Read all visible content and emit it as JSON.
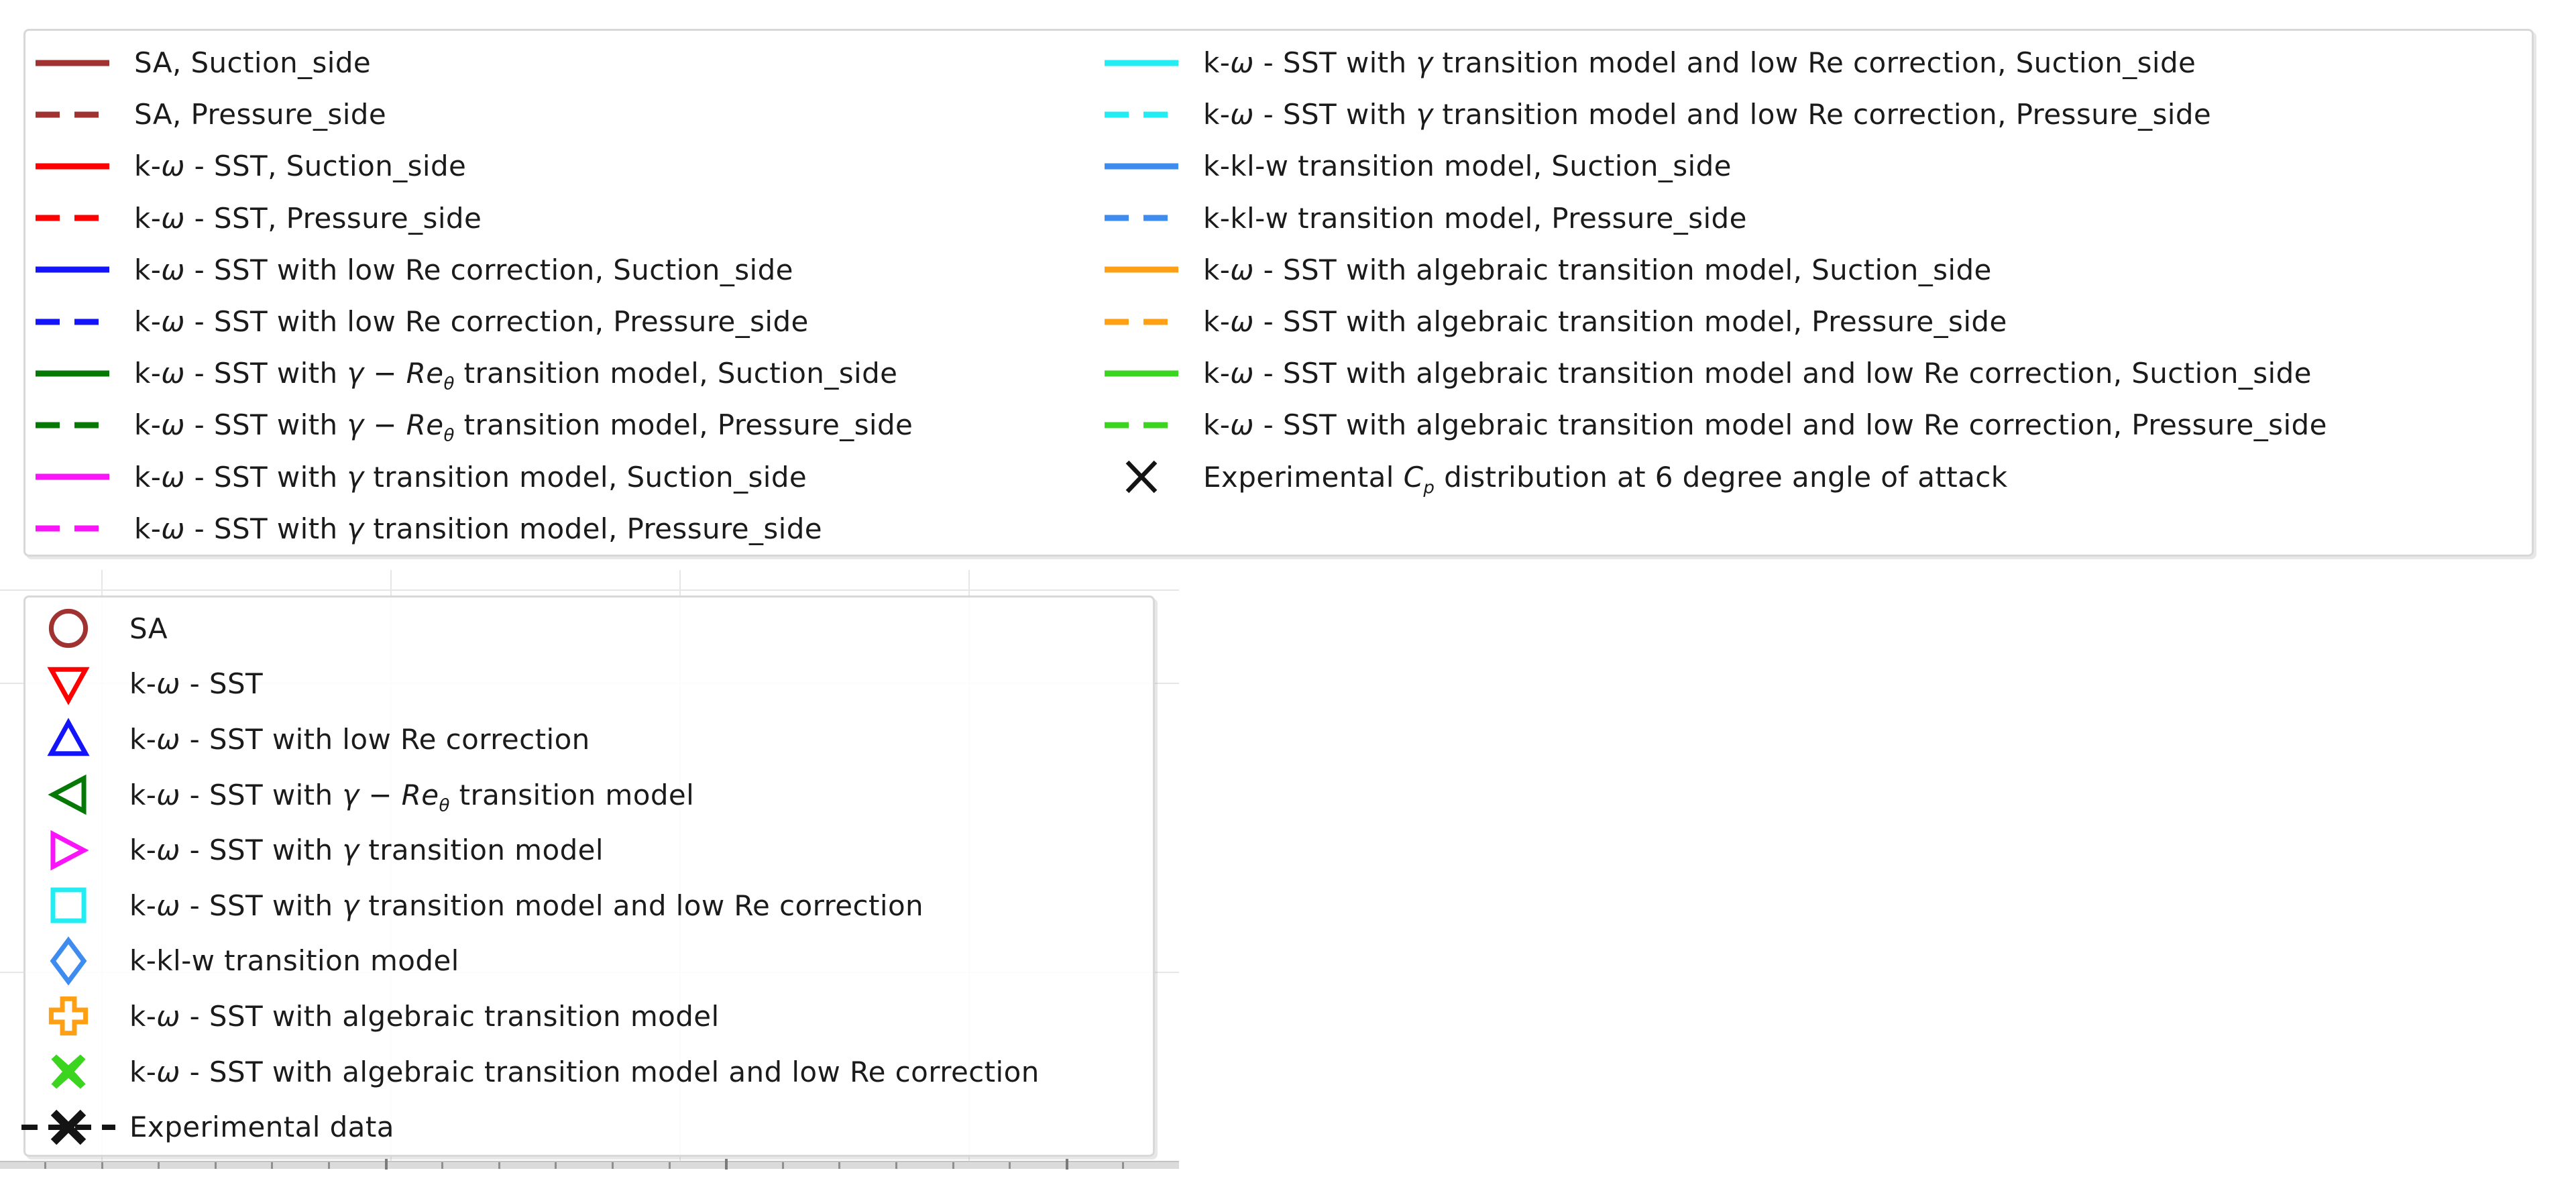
{
  "colors": {
    "sa_brown": "#A03232",
    "red": "#FF0000",
    "blue": "#1414FA",
    "dark_green": "#067806",
    "magenta": "#FA14FA",
    "cyan": "#22EDF2",
    "cornflower_blue": "#3E8CF0",
    "orange": "#FFA014",
    "lime_green": "#3BD41F",
    "black": "#141414",
    "legend_border": "#D8D8D8",
    "axis_band": "#DBDBDB"
  },
  "top_legend": {
    "columns": [
      {
        "entries": [
          {
            "label_html": "SA, Suction_side",
            "color": "#A03232",
            "dash": false
          },
          {
            "label_html": "SA, Pressure_side",
            "color": "#A03232",
            "dash": true
          },
          {
            "label_html": "k-<i>ω</i> - SST, Suction_side",
            "color": "#FF0000",
            "dash": false
          },
          {
            "label_html": "k-<i>ω</i> - SST, Pressure_side",
            "color": "#FF0000",
            "dash": true
          },
          {
            "label_html": "k-<i>ω</i> - SST with low Re correction, Suction_side",
            "color": "#1414FA",
            "dash": false
          },
          {
            "label_html": "k-<i>ω</i> - SST with low Re correction, Pressure_side",
            "color": "#1414FA",
            "dash": true
          },
          {
            "label_html": "k-<i>ω</i> - SST with <i>γ</i> − <i>Re</i><sub><i>θ</i></sub> transition model, Suction_side",
            "color": "#067806",
            "dash": false
          },
          {
            "label_html": "k-<i>ω</i> - SST with <i>γ</i> − <i>Re</i><sub><i>θ</i></sub> transition model, Pressure_side",
            "color": "#067806",
            "dash": true
          },
          {
            "label_html": "k-<i>ω</i> - SST with <i>γ</i> transition model, Suction_side",
            "color": "#FA14FA",
            "dash": false
          },
          {
            "label_html": "k-<i>ω</i> - SST with <i>γ</i> transition model, Pressure_side",
            "color": "#FA14FA",
            "dash": true
          }
        ]
      },
      {
        "entries": [
          {
            "label_html": "k-<i>ω</i> - SST with <i>γ</i> transition model and low Re correction, Suction_side",
            "color": "#22EDF2",
            "dash": false
          },
          {
            "label_html": "k-<i>ω</i> - SST with <i>γ</i> transition model and low Re correction, Pressure_side",
            "color": "#22EDF2",
            "dash": true
          },
          {
            "label_html": "k-kl-w transition model, Suction_side",
            "color": "#3E8CF0",
            "dash": false
          },
          {
            "label_html": "k-kl-w transition model, Pressure_side",
            "color": "#3E8CF0",
            "dash": true
          },
          {
            "label_html": "k-<i>ω</i> - SST with algebraic transition model, Suction_side",
            "color": "#FFA014",
            "dash": false
          },
          {
            "label_html": "k-<i>ω</i> - SST with algebraic transition model, Pressure_side",
            "color": "#FFA014",
            "dash": true
          },
          {
            "label_html": "k-<i>ω</i> - SST with algebraic transition model and low Re correction, Suction_side",
            "color": "#3BD41F",
            "dash": false
          },
          {
            "label_html": "k-<i>ω</i> - SST with algebraic transition model and low Re correction, Pressure_side",
            "color": "#3BD41F",
            "dash": true
          },
          {
            "label_html": "Experimental <i>C<sub>p</sub></i> distribution at 6 degree angle of attack",
            "color": "#141414",
            "marker": "x-thin"
          }
        ]
      }
    ]
  },
  "bottom_legend": {
    "entries": [
      {
        "label_html": "SA",
        "color": "#A03232",
        "marker": "circle"
      },
      {
        "label_html": "k-<i>ω</i> - SST",
        "color": "#FF0000",
        "marker": "triangle-down"
      },
      {
        "label_html": "k-<i>ω</i> - SST with low Re correction",
        "color": "#1414FA",
        "marker": "triangle-up"
      },
      {
        "label_html": "k-<i>ω</i> - SST with <i>γ</i> − <i>Re</i><sub><i>θ</i></sub> transition model",
        "color": "#067806",
        "marker": "triangle-left"
      },
      {
        "label_html": "k-<i>ω</i> - SST with <i>γ</i> transition model",
        "color": "#FA14FA",
        "marker": "triangle-right"
      },
      {
        "label_html": "k-<i>ω</i> - SST with <i>γ</i> transition model and low Re correction",
        "color": "#22EDF2",
        "marker": "square"
      },
      {
        "label_html": "k-kl-w transition model",
        "color": "#3E8CF0",
        "marker": "diamond"
      },
      {
        "label_html": "k-<i>ω</i> - SST with algebraic transition model",
        "color": "#FFA014",
        "marker": "plus"
      },
      {
        "label_html": "k-<i>ω</i> - SST with algebraic transition model and low Re correction",
        "color": "#3BD41F",
        "marker": "x-filled"
      },
      {
        "label_html": "Experimental data",
        "color": "#141414",
        "marker": "x-dash"
      }
    ]
  },
  "chart_data": {
    "type": "line",
    "title": "",
    "series": [
      "SA, Suction_side",
      "SA, Pressure_side",
      "k-ω - SST, Suction_side",
      "k-ω - SST, Pressure_side",
      "k-ω - SST with low Re correction, Suction_side",
      "k-ω - SST with low Re correction, Pressure_side",
      "k-ω - SST with γ − Reθ transition model, Suction_side",
      "k-ω - SST with γ − Reθ transition model, Pressure_side",
      "k-ω - SST with γ transition model, Suction_side",
      "k-ω - SST with γ transition model, Pressure_side",
      "k-ω - SST with γ transition model and low Re correction, Suction_side",
      "k-ω - SST with γ transition model and low Re correction, Pressure_side",
      "k-kl-w transition model, Suction_side",
      "k-kl-w transition model, Pressure_side",
      "k-ω - SST with algebraic transition model, Suction_side",
      "k-ω - SST with algebraic transition model, Pressure_side",
      "k-ω - SST with algebraic transition model and low Re correction, Suction_side",
      "k-ω - SST with algebraic transition model and low Re correction, Pressure_side",
      "Experimental Cp distribution at 6 degree angle of attack"
    ],
    "legend_position": "two stacked legend boxes covering the plot; only legends and a sliver of the x-axis are visible"
  }
}
